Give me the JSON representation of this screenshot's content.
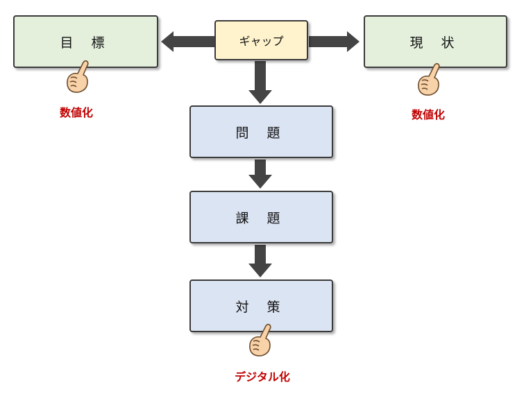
{
  "nodes": {
    "goal": "目 標",
    "gap": "ギャップ",
    "current": "現 状",
    "problem": "問 題",
    "issue": "課 題",
    "measure": "対 策"
  },
  "labels": {
    "goal": "数値化",
    "current": "数値化",
    "measure": "デジタル化"
  },
  "colors": {
    "target_box": "#e4f0dc",
    "gap_box": "#fff3cd",
    "process_box": "#dbe4f3",
    "arrow": "#444444",
    "label_text": "#c00000"
  }
}
